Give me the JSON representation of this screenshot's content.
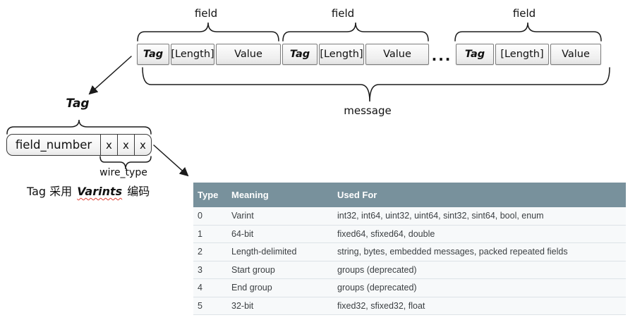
{
  "diagram": {
    "field_labels": [
      "field",
      "field",
      "field"
    ],
    "groups": [
      {
        "cells": [
          "Tag",
          "[Length]",
          "Value"
        ]
      },
      {
        "cells": [
          "Tag",
          "[Length]",
          "Value"
        ]
      },
      {
        "cells": [
          "Tag",
          "[Length]",
          "Value"
        ]
      }
    ],
    "ellipsis": "...",
    "message_label": "message",
    "tag_pointer_label": "Tag",
    "tag_structure": {
      "field_number_label": "field_number",
      "wire_type_cells": [
        "x",
        "x",
        "x"
      ],
      "wire_type_label": "wire_type"
    },
    "note": {
      "prefix": "Tag 采用 ",
      "emphasis": "Varints",
      "suffix": " 编码"
    }
  },
  "wire_type_table": {
    "headers": [
      "Type",
      "Meaning",
      "Used For"
    ],
    "rows": [
      [
        "0",
        "Varint",
        "int32, int64, uint32, uint64, sint32, sint64, bool, enum"
      ],
      [
        "1",
        "64-bit",
        "fixed64, sfixed64, double"
      ],
      [
        "2",
        "Length-delimited",
        "string, bytes, embedded messages, packed repeated fields"
      ],
      [
        "3",
        "Start group",
        "groups (deprecated)"
      ],
      [
        "4",
        "End group",
        "groups (deprecated)"
      ],
      [
        "5",
        "32-bit",
        "fixed32, sfixed32, float"
      ]
    ],
    "colors": {
      "header_bg": "#78919c",
      "header_text": "#ffffff",
      "row_bg": "#f7f9fa",
      "row_border": "#dde3e7",
      "body_text": "#3c4043",
      "note_underline": "#e03c31"
    }
  }
}
